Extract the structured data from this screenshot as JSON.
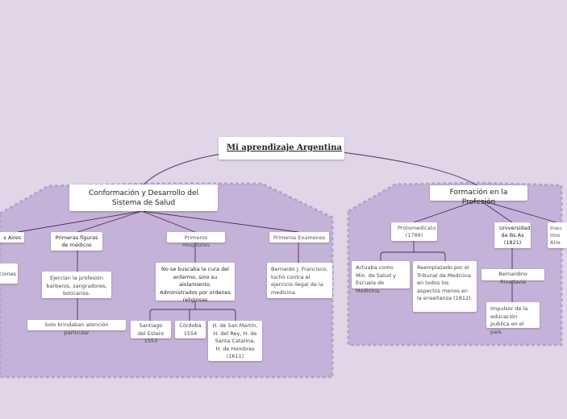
{
  "root": {
    "label": "Mi aprendizaje Argentina"
  },
  "left_branch": {
    "title": "Conformación y Desarrollo del Sistema de Salud",
    "children": {
      "buenos_aires": {
        "label": "s Aires",
        "leaf": "ciones"
      },
      "primeras_figuras": {
        "label": "Primeras figuras de médicos",
        "leaf": "Ejercían la profesión barberos, sangradores, boticarios.",
        "leaf2": "Solo brindaban atención particular"
      },
      "primeros_hospitales": {
        "label": "Primeros Hospitales",
        "leaf": "No se buscaba la cura del enfermo, sino su aislamiento. Administrados por ordenes religiosas",
        "hospitals": [
          "Santiago del Estero 1553",
          "Córdoba 1554",
          "H. de San Martín, H. del Rey, H. de Santa Catalina, H. de Hombres (1611)"
        ]
      },
      "primeros_examenes": {
        "label": "Primeros Examenes",
        "leaf": "Bernardo J. Francisco, luchó contra el ejercicio ilegal de la medicina."
      }
    }
  },
  "right_branch": {
    "title": "Formación en la Profesión",
    "children": {
      "protomedicato": {
        "label": "Protomedicato (1789)",
        "leaf_a": "Actuaba como Min. de Salud y Escuela de Medicina.",
        "leaf_b": "Reemplazado por el Tribunal de Medicina en todos los aspectos menos en la enseñanza (1812)."
      },
      "universidad": {
        "label": "Universidad de Bs.As (1821)",
        "leaf": "Bernardino Rivadavia",
        "leaf2": "Impulsor de la educación publica en el país."
      },
      "inau": {
        "label": "Inau Hos Aire"
      }
    }
  },
  "colors": {
    "background": "#e1d6e8",
    "region": "#c5b2d8",
    "region_border": "#b7a2cc",
    "line": "#4a2e5c"
  }
}
